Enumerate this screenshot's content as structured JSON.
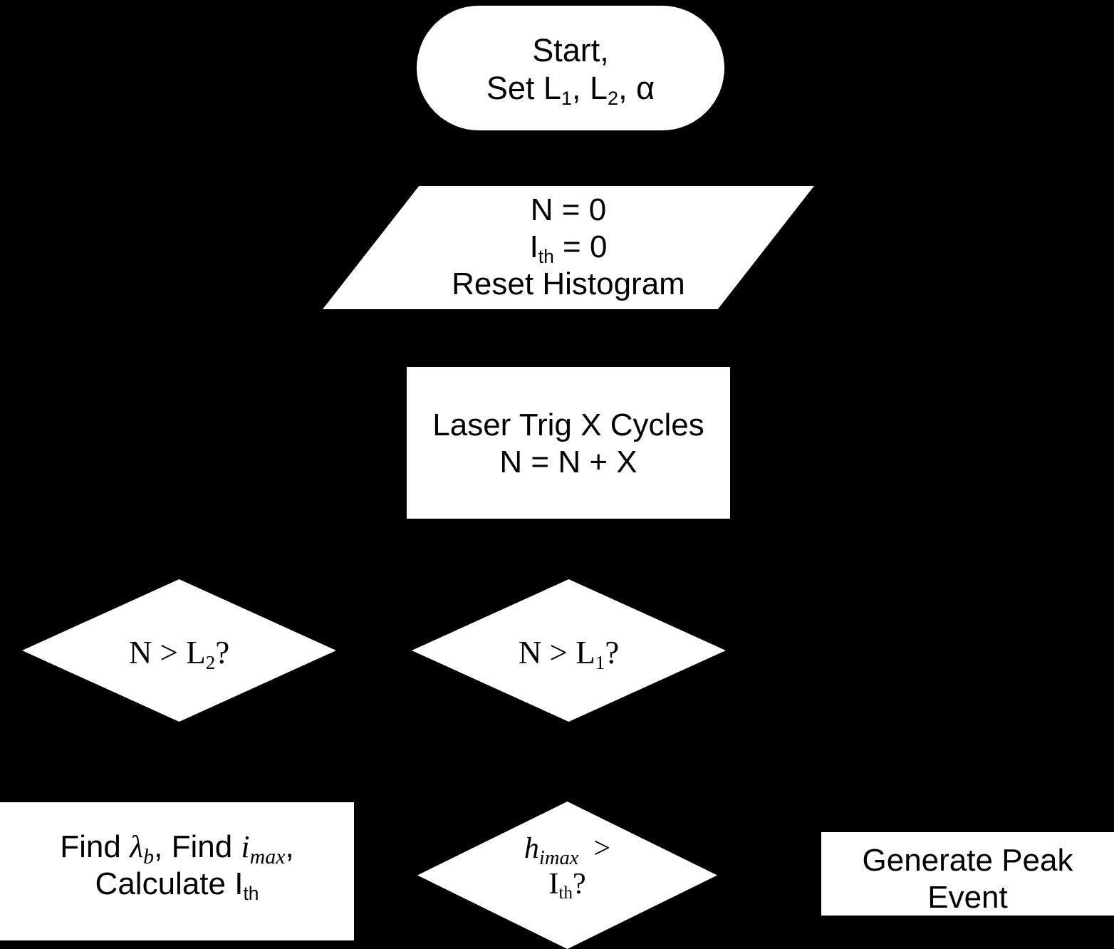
{
  "diagram": {
    "title": "Laser Histogram Peak Detection Flowchart",
    "background_color": "#000000",
    "shape_fill_color": "#ffffff",
    "text_color": "#000000",
    "nodes": [
      {
        "id": "start",
        "shape": "terminator",
        "line1": "Start,",
        "line2_prefix": "Set L",
        "line2_sub1": "1",
        "line2_mid": ", L",
        "line2_sub2": "2",
        "line2_suffix": ", α"
      },
      {
        "id": "init",
        "shape": "parallelogram",
        "line1": "N = 0",
        "line2_prefix": "I",
        "line2_sub": "th",
        "line2_suffix": " = 0",
        "line3": "Reset Histogram"
      },
      {
        "id": "laser",
        "shape": "process",
        "line1": "Laser Trig X Cycles",
        "line2": "N = N + X"
      },
      {
        "id": "dec-l2",
        "shape": "diamond",
        "prefix": "N > L",
        "sub": "2",
        "suffix": "?"
      },
      {
        "id": "dec-l1",
        "shape": "diamond",
        "prefix": "N > L",
        "sub": "1",
        "suffix": "?"
      },
      {
        "id": "find",
        "shape": "process",
        "line1_a": "Find ",
        "line1_lambda": "λ",
        "line1_lambda_sub": "b",
        "line1_b": ", Find ",
        "line1_i": "i",
        "line1_i_sub": "max",
        "line1_c": ",",
        "line2_a": "Calculate I",
        "line2_sub": "th"
      },
      {
        "id": "dec-hist",
        "shape": "diamond",
        "line1_h": "h",
        "line1_h_sub": "imax",
        "line1_gt": "  >",
        "line2_I": "I",
        "line2_sub": "th",
        "line2_q": "?"
      },
      {
        "id": "peak",
        "shape": "process",
        "line1": "Generate Peak",
        "line2": "Event"
      }
    ]
  }
}
